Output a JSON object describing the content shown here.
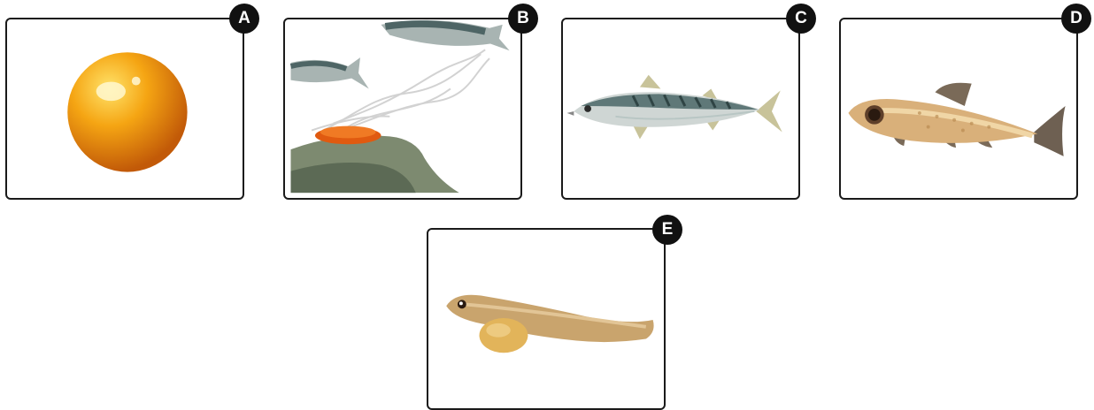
{
  "stages": [
    {
      "label": "A",
      "icon": "egg-icon"
    },
    {
      "label": "B",
      "icon": "spawning-fish-icon"
    },
    {
      "label": "C",
      "icon": "adult-mackerel-icon"
    },
    {
      "label": "D",
      "icon": "juvenile-fish-icon"
    },
    {
      "label": "E",
      "icon": "larva-icon"
    }
  ],
  "colors": {
    "border": "#1a1a1a",
    "badge": "#111111",
    "egg": "#f29a12",
    "roe": "#e05a10",
    "rock": "#7d8a70",
    "mackerel_back": "#5f7878",
    "juvenile": "#d9b07a",
    "larva": "#c9a46d"
  }
}
